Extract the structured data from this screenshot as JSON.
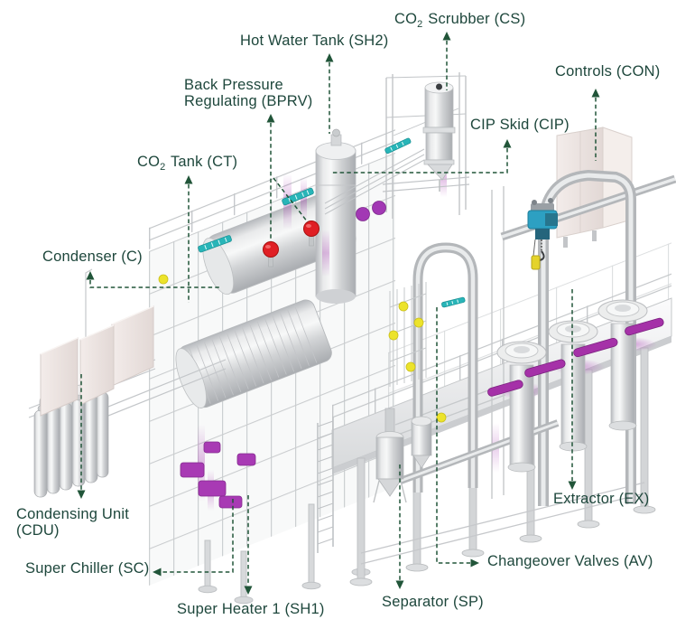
{
  "diagram": {
    "subject": "CO2 extraction system equipment diagram",
    "labels": {
      "cs": {
        "pre": "CO",
        "sub": "2",
        "post": " Scrubber (CS)"
      },
      "sh2": {
        "text": "Hot Water Tank (SH2)"
      },
      "bprv": {
        "line1": "Back Pressure",
        "line2": "Regulating (BPRV)"
      },
      "ct": {
        "pre": "CO",
        "sub": "2",
        "post": " Tank (CT)"
      },
      "c": {
        "text": "Condenser (C)"
      },
      "con": {
        "text": "Controls (CON)"
      },
      "cip": {
        "text": "CIP Skid (CIP)"
      },
      "cdu": {
        "line1": "Condensing Unit",
        "line2": "(CDU)"
      },
      "sc": {
        "text": "Super Chiller (SC)"
      },
      "sh1": {
        "text": "Super Heater 1 (SH1)"
      },
      "sp": {
        "text": "Separator (SP)"
      },
      "av": {
        "text": "Changeover Valves (AV)"
      },
      "ex": {
        "text": "Extractor (EX)"
      }
    },
    "colors": {
      "label_text": "#1e473c",
      "leader_line": "#215539",
      "accent_teal": "#28b5b8",
      "accent_purple": "#a63ab0",
      "accent_red": "#e01f24",
      "accent_yellow": "#ece32b",
      "hoist_blue": "#2da0c2",
      "panel_pink": "#ece3e1",
      "metal_gray": "#d6d8da"
    }
  }
}
